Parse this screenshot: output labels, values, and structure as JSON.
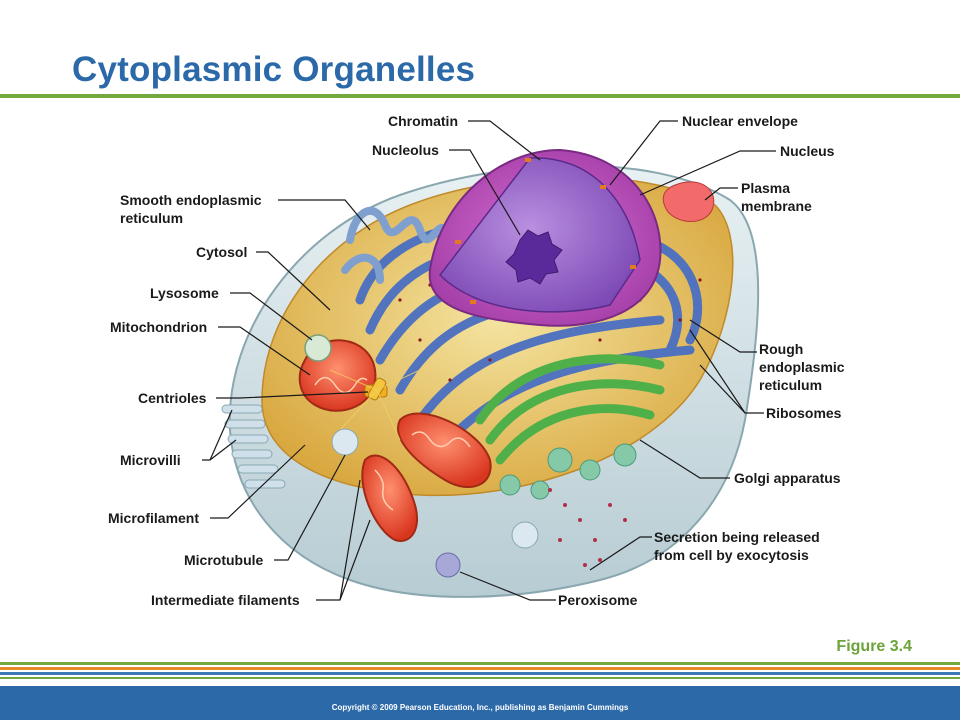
{
  "slide": {
    "title": "Cytoplasmic Organelles",
    "figure_label": "Figure 3.4",
    "copyright": "Copyright © 2009 Pearson Education, Inc., publishing as Benjamin Cummings"
  },
  "labels": {
    "chromatin": "Chromatin",
    "nucleolus": "Nucleolus",
    "nuclear_envelope": "Nuclear envelope",
    "nucleus": "Nucleus",
    "plasma_membrane_1": "Plasma",
    "plasma_membrane_2": "membrane",
    "smooth_er_1": "Smooth endoplasmic",
    "smooth_er_2": "reticulum",
    "cytosol": "Cytosol",
    "lysosome": "Lysosome",
    "mitochondrion": "Mitochondrion",
    "centrioles": "Centrioles",
    "microvilli": "Microvilli",
    "microfilament": "Microfilament",
    "microtubule": "Microtubule",
    "intermediate_filaments": "Intermediate filaments",
    "rough_er_1": "Rough",
    "rough_er_2": "endoplasmic",
    "rough_er_3": "reticulum",
    "ribosomes": "Ribosomes",
    "golgi": "Golgi apparatus",
    "secretion_1": "Secretion being released",
    "secretion_2": "from cell by exocytosis",
    "peroxisome": "Peroxisome"
  },
  "colors": {
    "title": "#2c69a8",
    "rule": "#74a93f",
    "nucleus": "#9b4fc4",
    "golgi": "#4fb04a",
    "mitochondria": "#e0442a",
    "rough_er": "#3f5fb0",
    "cytosol": "#e9c25a"
  }
}
